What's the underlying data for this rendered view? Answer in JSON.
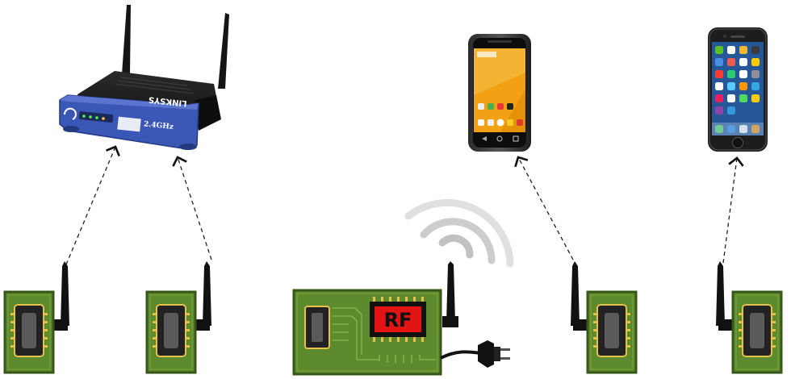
{
  "router": {
    "brand": "LINKSYS",
    "band": "2.4GHz"
  },
  "transmitter": {
    "chip_label": "RF"
  },
  "colors": {
    "board": "#5d8a2c",
    "board_dark": "#37561a",
    "router_blue": "#3b57b6",
    "chip_red": "#e21414",
    "android_screen": "#f2a114",
    "ios_screen": "#1b4a8c"
  }
}
